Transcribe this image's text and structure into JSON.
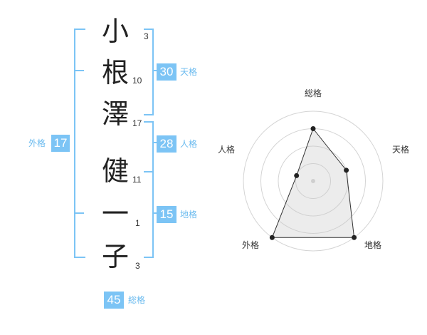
{
  "name_chars": [
    {
      "char": "小",
      "strokes": "3"
    },
    {
      "char": "根",
      "strokes": "10"
    },
    {
      "char": "澤",
      "strokes": "17"
    },
    {
      "char": "健",
      "strokes": "11"
    },
    {
      "char": "一",
      "strokes": "1"
    },
    {
      "char": "子",
      "strokes": "3"
    }
  ],
  "tenkaku": {
    "value": "30",
    "label": "天格"
  },
  "jinkaku": {
    "value": "28",
    "label": "人格"
  },
  "chikaku": {
    "value": "15",
    "label": "地格"
  },
  "gaikaku": {
    "value": "17",
    "label": "外格"
  },
  "soukaku": {
    "value": "45",
    "label": "総格"
  },
  "accent_color": "#7cc4f5",
  "chart_data": {
    "type": "radar",
    "axes": [
      "総格",
      "天格",
      "地格",
      "外格",
      "人格"
    ],
    "rings": 4,
    "values": [
      3,
      2,
      4,
      4,
      1
    ],
    "max": 4
  }
}
